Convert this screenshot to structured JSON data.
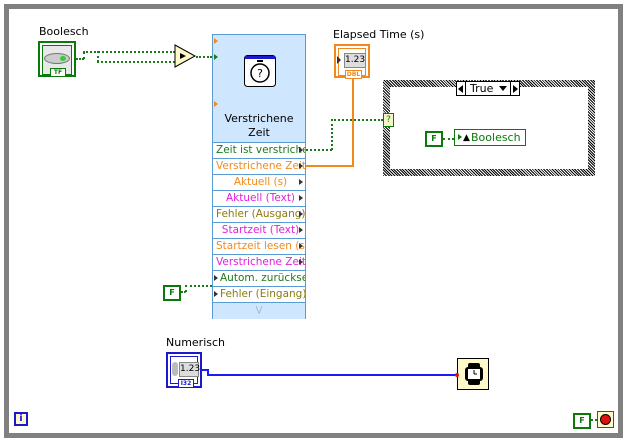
{
  "diagram": {
    "boolean_control": {
      "label": "Boolesch",
      "type_tag": "TF"
    },
    "not_function": {
      "glyph": "not-icon"
    },
    "elapsed_time_express_vi": {
      "title_line1": "Verstrichene",
      "title_line2": "Zeit",
      "icon": "stopwatch-icon",
      "terminals": [
        {
          "label": "Zeit ist verstrichen",
          "color": "#1a7a1a",
          "dir": "out"
        },
        {
          "label": "Verstrichene Zeit",
          "color": "#f08a1c",
          "dir": "out"
        },
        {
          "label": "Aktuell (s)",
          "color": "#f08a1c",
          "dir": "out"
        },
        {
          "label": "Aktuell (Text)",
          "color": "#e020e0",
          "dir": "out"
        },
        {
          "label": "Fehler (Ausgang)",
          "color": "#8a7a10",
          "dir": "out"
        },
        {
          "label": "Startzeit (Text)",
          "color": "#e020e0",
          "dir": "out"
        },
        {
          "label": "Startzeit lesen (s)",
          "color": "#f08a1c",
          "dir": "out"
        },
        {
          "label": "Verstrichene Zeit (Text)",
          "color": "#e020e0",
          "dir": "out"
        },
        {
          "label": "Autom. zurücksetzen",
          "color": "#1a7a1a",
          "dir": "in"
        },
        {
          "label": "Fehler (Eingang)",
          "color": "#8a7a10",
          "dir": "in"
        }
      ]
    },
    "elapsed_indicator": {
      "label": "Elapsed Time (s)",
      "value": "1.23",
      "type_tag": "DBL"
    },
    "case_structure": {
      "selector_value": "True",
      "selector_terminal": "?",
      "inner_constant": "F",
      "local_variable": "Boolesch"
    },
    "numeric_control": {
      "label": "Numerisch",
      "value": "1.23",
      "type_tag": "I32"
    },
    "wait_function": {
      "icon": "wristwatch-icon"
    },
    "auto_reset_constant": "F",
    "stop_constant": "F",
    "stop_terminal": {
      "icon": "stop-icon"
    },
    "info_icon": "i"
  }
}
